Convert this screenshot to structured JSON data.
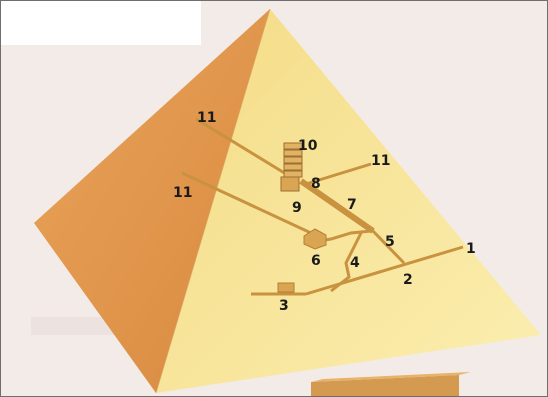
{
  "diagram": {
    "labels": {
      "l1": "1",
      "l2": "2",
      "l3": "3",
      "l4": "4",
      "l5": "5",
      "l6": "6",
      "l7": "7",
      "l8": "8",
      "l9": "9",
      "l10": "10",
      "l11_upper_left": "11",
      "l11_upper_right": "11",
      "l11_lower_left": "11"
    },
    "colors": {
      "lit_face": "#f7e79a",
      "shaded_face": "#e3994f",
      "passage": "#c8923f",
      "chamber": "#d9a553",
      "background": "#f4ecea"
    }
  }
}
